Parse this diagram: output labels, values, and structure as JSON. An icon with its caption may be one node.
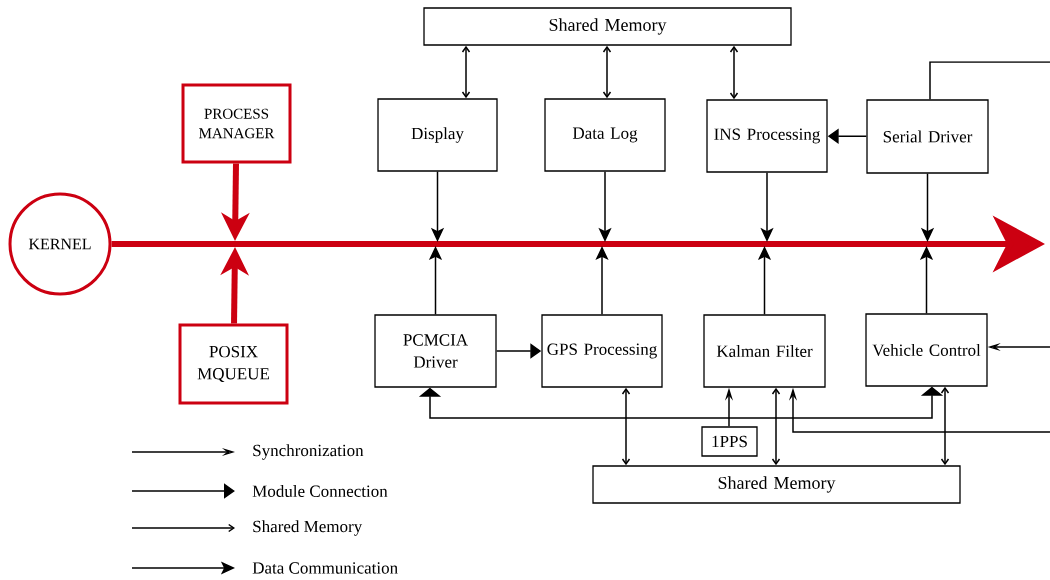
{
  "diagram": {
    "nodes": [
      {
        "text": [
          "KERNEL"
        ]
      },
      {
        "text": [
          "PROCESS MANAGER"
        ]
      },
      {
        "text": [
          "POSIX MQUEUE"
        ]
      },
      {
        "text": [
          "Shared Memory"
        ]
      },
      {
        "text": [
          "Display"
        ]
      },
      {
        "text": [
          "Data Log"
        ]
      },
      {
        "text": [
          "INS Processing"
        ]
      },
      {
        "text": [
          "Serial Driver"
        ]
      },
      {
        "text": [
          "PCMCIA Driver"
        ]
      },
      {
        "text": [
          "GPS Processing"
        ]
      },
      {
        "text": [
          "Kalman Filter"
        ]
      },
      {
        "text": [
          "Vehicle Control"
        ]
      },
      {
        "text": [
          "1PPS"
        ]
      },
      {
        "text": [
          "Shared Memory"
        ]
      }
    ],
    "edges": [
      {
        "from": 0,
        "to": null,
        "arrow": "to",
        "style": "thick",
        "color": "#cc0011"
      },
      {
        "from": 1,
        "to": null,
        "arrow": "to",
        "style": "thick",
        "color": "#cc0011"
      },
      {
        "from": 2,
        "to": null,
        "arrow": "to",
        "style": "thick",
        "color": "#cc0011"
      },
      {
        "from": 3,
        "to": 4,
        "arrow": "both"
      },
      {
        "from": 3,
        "to": 5,
        "arrow": "both"
      },
      {
        "from": 3,
        "to": 6,
        "arrow": "both"
      },
      {
        "from": 7,
        "to": 6,
        "arrow": "to"
      },
      {
        "from": 4,
        "to": null,
        "arrow": "to"
      },
      {
        "from": 5,
        "to": null,
        "arrow": "to"
      },
      {
        "from": 6,
        "to": null,
        "arrow": "to"
      },
      {
        "from": 7,
        "to": null,
        "arrow": "to"
      },
      {
        "from": 8,
        "to": null,
        "arrow": "to"
      },
      {
        "from": 9,
        "to": null,
        "arrow": "to"
      },
      {
        "from": 10,
        "to": null,
        "arrow": "to"
      },
      {
        "from": 11,
        "to": null,
        "arrow": "to"
      },
      {
        "from": 8,
        "to": 9,
        "arrow": "to"
      },
      {
        "from": 8,
        "to": 11,
        "arrow": "both"
      },
      {
        "from": 9,
        "to": 13,
        "arrow": "both"
      },
      {
        "from": 10,
        "to": 13,
        "arrow": "both"
      },
      {
        "from": 11,
        "to": 13,
        "arrow": "both"
      },
      {
        "from": 12,
        "to": 10,
        "arrow": "to"
      },
      {
        "from": null,
        "to": 10,
        "arrow": "to"
      },
      {
        "from": null,
        "to": 11,
        "arrow": "to"
      },
      {
        "from": 7,
        "to": null,
        "arrow": "none"
      }
    ],
    "legend": [
      {
        "text": "Synchronization"
      },
      {
        "text": "Module Connection"
      },
      {
        "text": "Shared Memory"
      },
      {
        "text": "Data Communication"
      }
    ]
  }
}
